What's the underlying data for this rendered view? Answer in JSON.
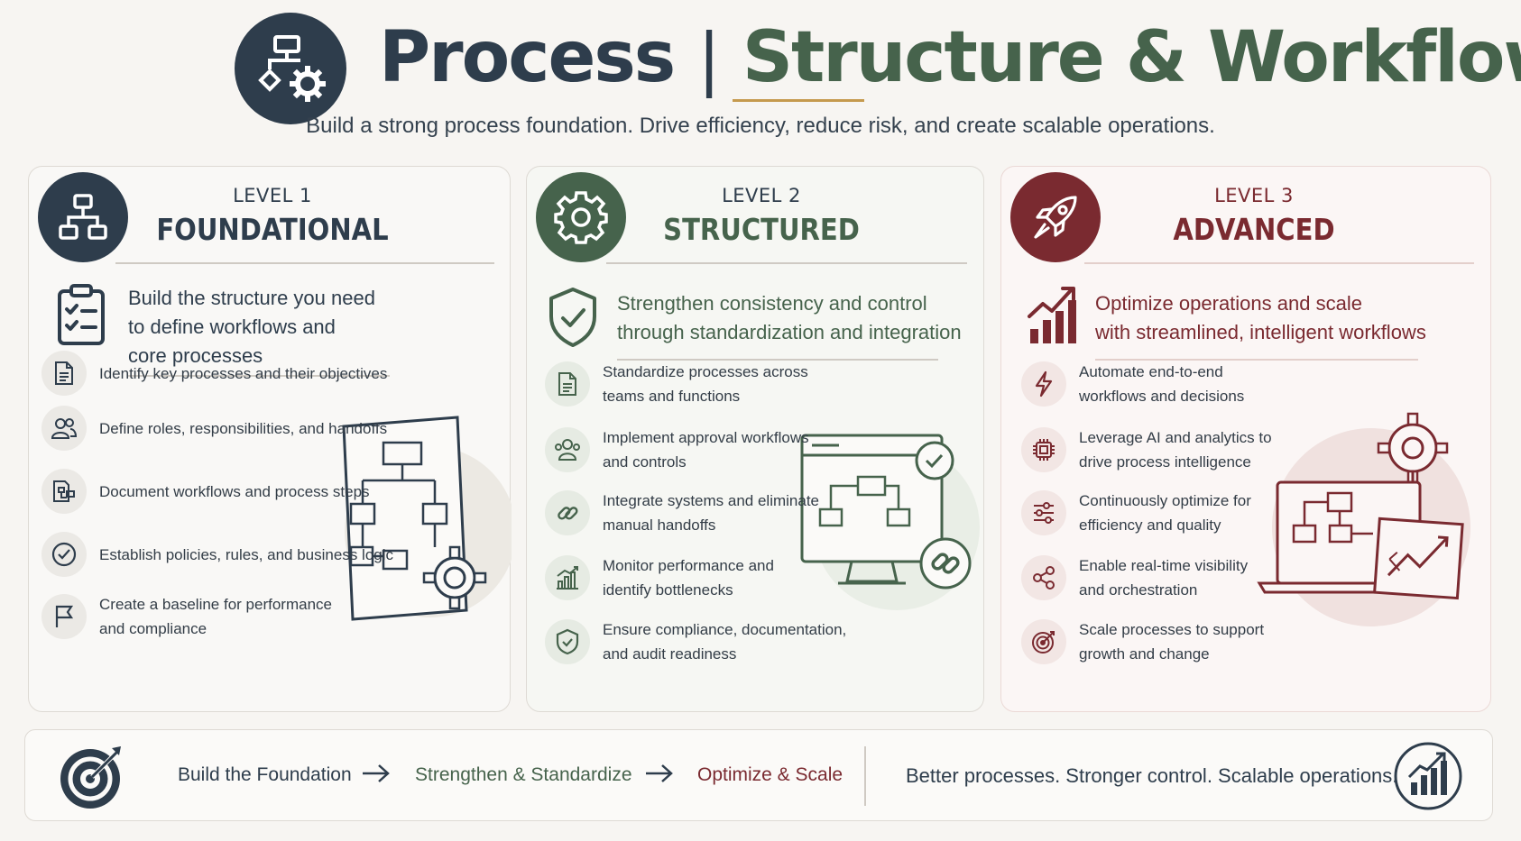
{
  "header": {
    "title_part1": "Process",
    "title_separator": "|",
    "title_part2": "Structure & Workflow",
    "subtitle": "Build a strong process foundation. Drive efficiency, reduce risk, and create scalable operations.",
    "icon": "workflow-gear-icon"
  },
  "colors": {
    "navy": "#2e3d4c",
    "green": "#46634c",
    "maroon": "#7a2a30",
    "gold": "#c59a4e",
    "background": "#f7f5f2"
  },
  "levels": [
    {
      "level": "LEVEL 1",
      "name": "FOUNDATIONAL",
      "icon": "hierarchy-icon",
      "intro_icon": "clipboard-checklist-icon",
      "intro_lines": [
        "Build the structure you need",
        "to define workflows and",
        "core processes"
      ],
      "items": [
        {
          "icon": "document-icon",
          "lines": [
            "Identify key processes and their objectives"
          ]
        },
        {
          "icon": "people-icon",
          "lines": [
            "Define roles, responsibilities, and handoffs"
          ]
        },
        {
          "icon": "flowchart-doc-icon",
          "lines": [
            "Document workflows and process steps"
          ]
        },
        {
          "icon": "check-circle-icon",
          "lines": [
            "Establish policies, rules, and business logic"
          ]
        },
        {
          "icon": "flag-icon",
          "lines": [
            "Create a baseline for performance",
            "and compliance"
          ]
        }
      ],
      "illustration": "flowchart-board-with-gear"
    },
    {
      "level": "LEVEL 2",
      "name": "STRUCTURED",
      "icon": "gear-icon",
      "intro_icon": "shield-check-icon",
      "intro_lines": [
        "Strengthen consistency and control",
        "through standardization and integration"
      ],
      "items": [
        {
          "icon": "document-icon",
          "lines": [
            "Standardize processes across",
            "teams and functions"
          ]
        },
        {
          "icon": "people-icon",
          "lines": [
            "Implement approval workflows",
            "and controls"
          ]
        },
        {
          "icon": "link-icon",
          "lines": [
            "Integrate systems and eliminate",
            "manual handoffs"
          ]
        },
        {
          "icon": "bar-chart-icon",
          "lines": [
            "Monitor performance and",
            "identify bottlenecks"
          ]
        },
        {
          "icon": "shield-check-icon",
          "lines": [
            "Ensure compliance, documentation,",
            "and audit readiness"
          ]
        }
      ],
      "illustration": "monitor-with-workflow"
    },
    {
      "level": "LEVEL 3",
      "name": "ADVANCED",
      "icon": "rocket-icon",
      "intro_icon": "growth-chart-icon",
      "intro_lines": [
        "Optimize operations and scale",
        "with streamlined, intelligent workflows"
      ],
      "items": [
        {
          "icon": "lightning-icon",
          "lines": [
            "Automate end-to-end",
            "workflows and decisions"
          ]
        },
        {
          "icon": "ai-chip-icon",
          "lines": [
            "Leverage AI and analytics to",
            "drive process intelligence"
          ]
        },
        {
          "icon": "sliders-icon",
          "lines": [
            "Continuously optimize for",
            "efficiency and quality"
          ]
        },
        {
          "icon": "share-nodes-icon",
          "lines": [
            "Enable real-time visibility",
            "and orchestration"
          ]
        },
        {
          "icon": "target-icon",
          "lines": [
            "Scale processes to support",
            "growth and change"
          ]
        }
      ],
      "illustration": "laptop-with-analytics"
    }
  ],
  "footer": {
    "step1": "Build the Foundation",
    "step2": "Strengthen & Standardize",
    "step3": "Optimize & Scale",
    "tagline": "Better processes. Stronger control. Scalable operations.",
    "left_icon": "target-arrow-icon",
    "right_icon": "bar-chart-growth-icon"
  }
}
